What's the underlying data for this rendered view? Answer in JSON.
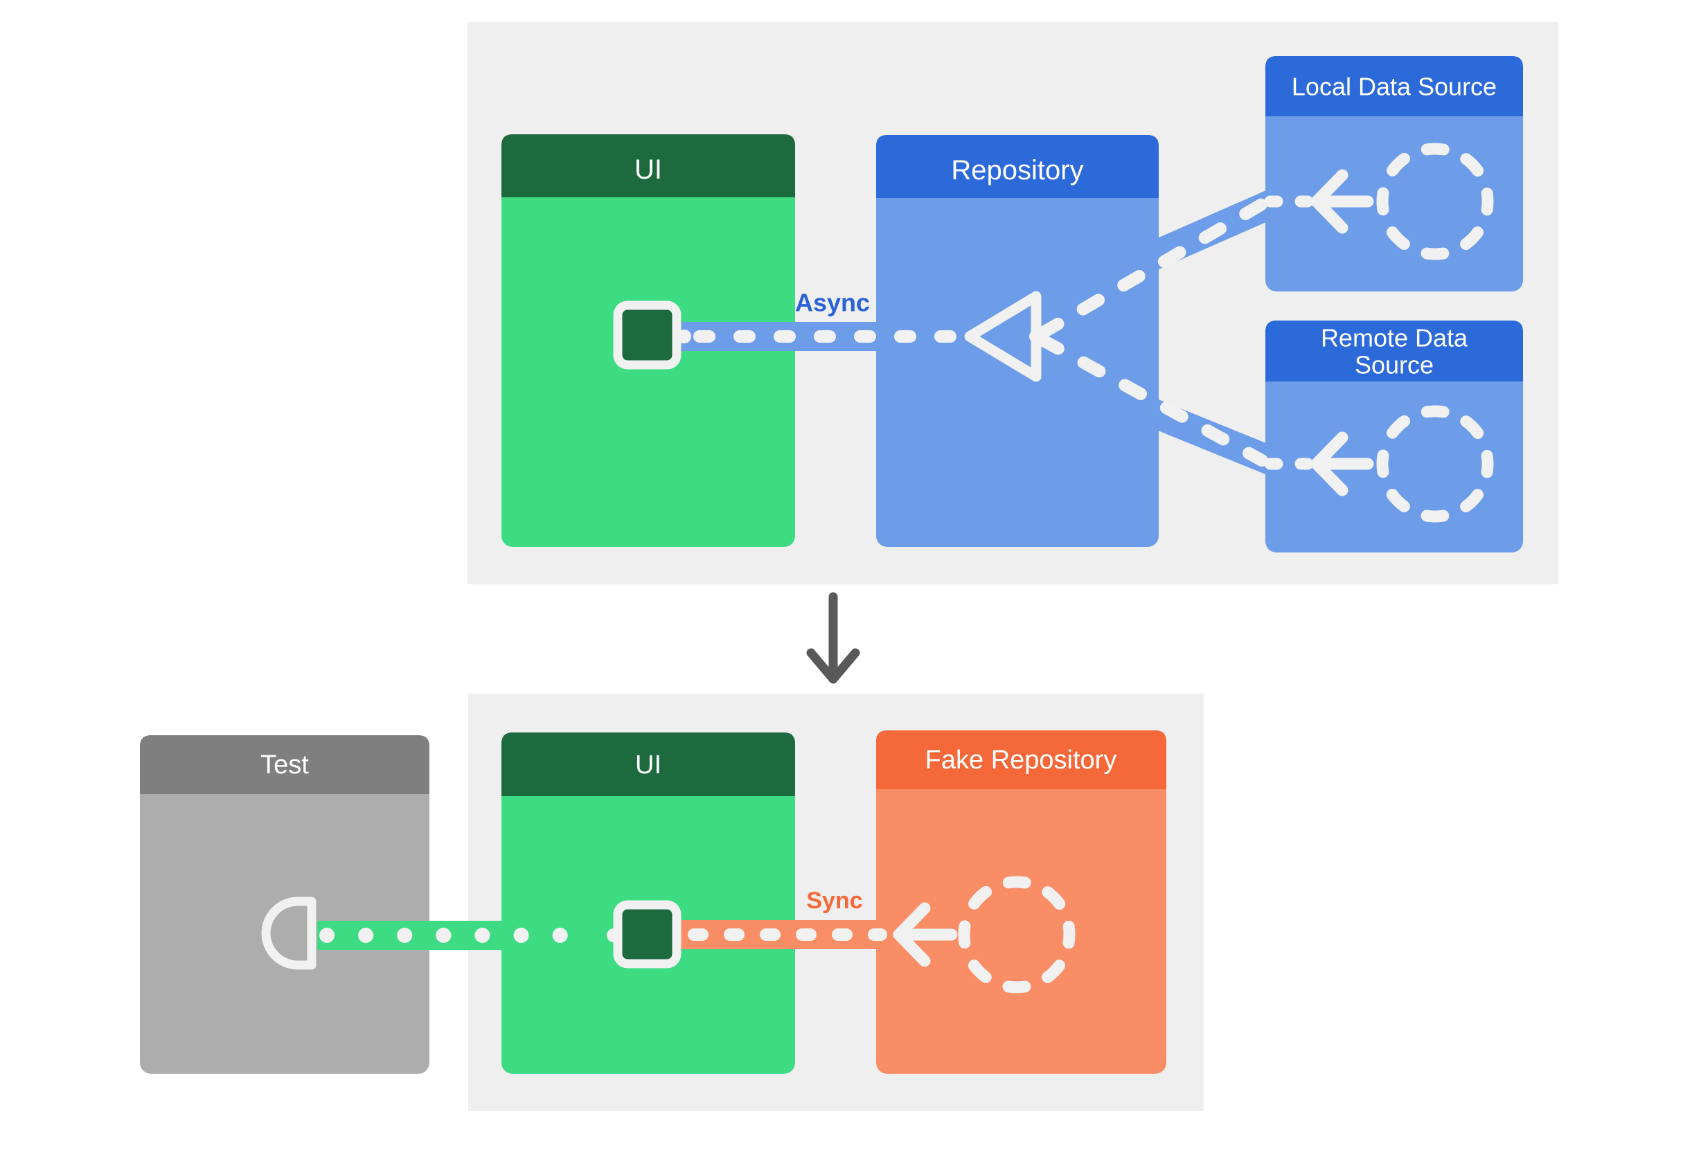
{
  "figure": {
    "description": "Repository pattern testing architecture diagram"
  },
  "colors": {
    "page_bg": "#ffffff",
    "panel_bg": "#efefef",
    "stroke_white": "#f1f1f1",
    "green_header": "#1c6a3e",
    "green_body": "#3ddc83",
    "blue_header": "#2c69d9",
    "blue_body": "#6d9ce9",
    "orange_header": "#f4683a",
    "orange_body": "#f98e66",
    "gray_header": "#7f7f80",
    "gray_body": "#adadad",
    "down_arrow": "#595959",
    "async_text": "#2a62d4",
    "sync_text": "#f4683a"
  },
  "production": {
    "ui": "UI",
    "repository": "Repository",
    "local_data_source": "Local Data Source",
    "remote_data_source_line1": "Remote Data",
    "remote_data_source_line2": "Source",
    "async_label": "Async"
  },
  "testing": {
    "test": "Test",
    "ui": "UI",
    "fake_repository": "Fake Repository",
    "sync_label": "Sync"
  }
}
